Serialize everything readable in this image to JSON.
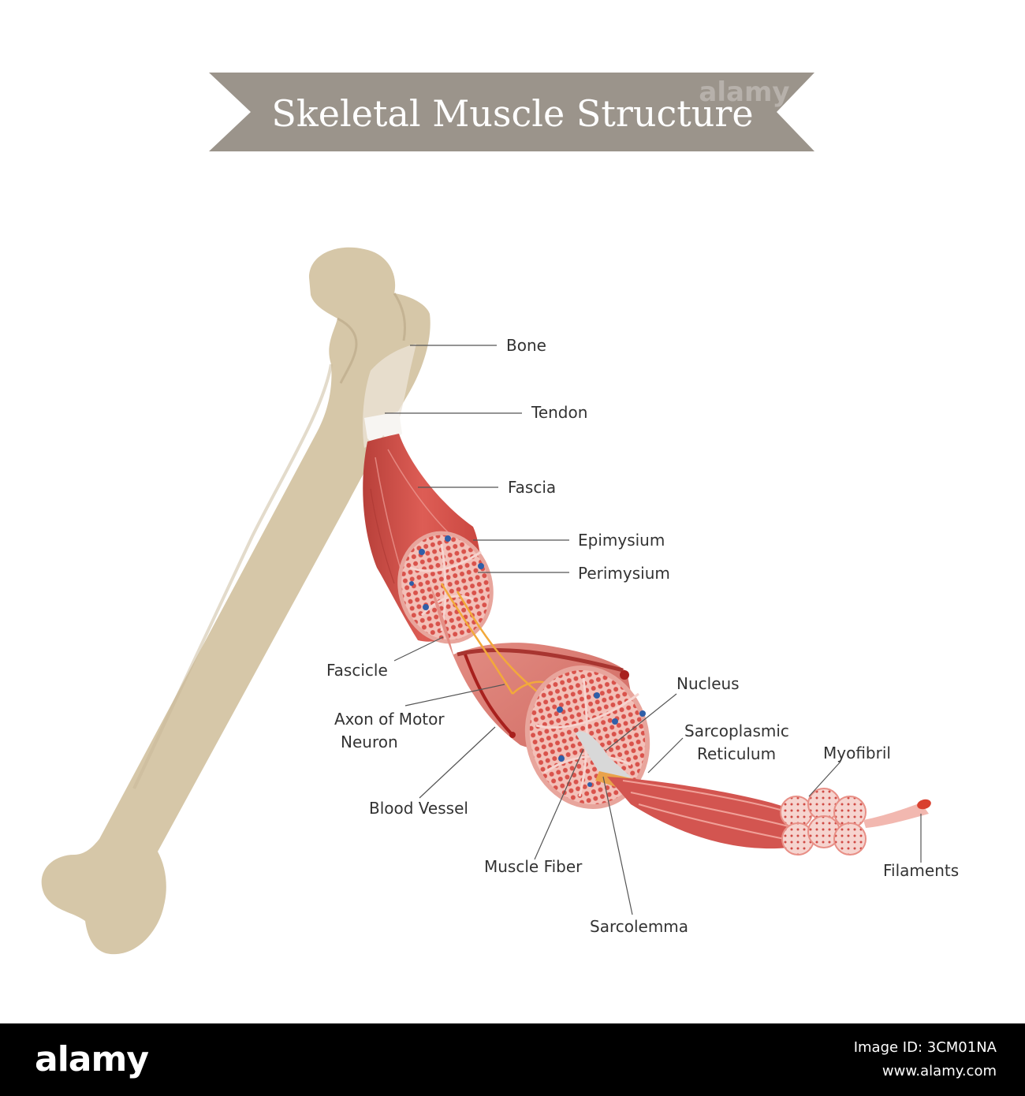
{
  "title": "Skeletal Muscle Structure",
  "watermark": "alamy",
  "colors": {
    "banner": "#9b948b",
    "bone": "#d6c7a8",
    "bone_shade": "#c4b393",
    "muscle": "#d9564f",
    "muscle_dark": "#b23a36",
    "muscle_light": "#e88f86",
    "tissue_pink": "#f2b8b0",
    "tendon": "#f4f1ee",
    "nerve": "#f2a93b",
    "vessel": "#a8201d",
    "nucleus": "#2f5fa8",
    "footer": "#000000"
  },
  "labels": {
    "bone": "Bone",
    "tendon": "Tendon",
    "fascia": "Fascia",
    "epimysium": "Epimysium",
    "perimysium": "Perimysium",
    "fascicle": "Fascicle",
    "axon_line1": "Axon of Motor",
    "axon_line2": "Neuron",
    "blood_vessel": "Blood Vessel",
    "nucleus": "Nucleus",
    "sarcoplasmic_line1": "Sarcoplasmic",
    "sarcoplasmic_line2": "Reticulum",
    "myofibril": "Myofibril",
    "muscle_fiber": "Muscle Fiber",
    "filaments": "Filaments",
    "sarcolemma": "Sarcolemma"
  },
  "footer": {
    "logo": "alamy",
    "image_id": "Image ID: 3CM01NA",
    "url": "www.alamy.com"
  }
}
